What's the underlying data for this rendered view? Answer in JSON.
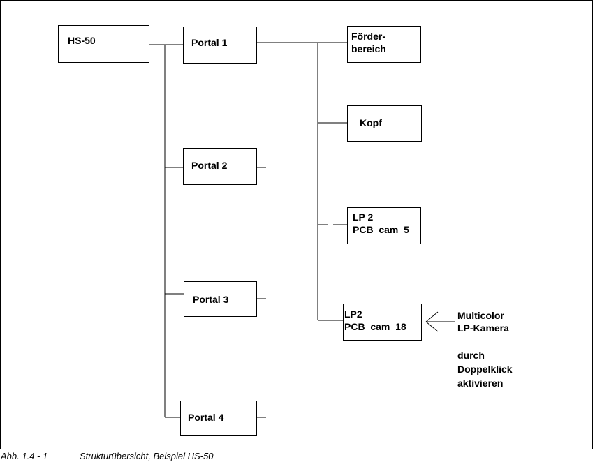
{
  "diagram": {
    "nodes": {
      "hs50": "HS-50",
      "portal1": "Portal 1",
      "portal2": "Portal 2",
      "portal3": "Portal 3",
      "portal4": "Portal 4",
      "foerderbereich": "Förder-\nbereich",
      "kopf": "Kopf",
      "lp2_cam5": "LP 2\nPCB_cam_5",
      "lp2_cam18": "LP2\nPCB_cam_18"
    },
    "annotation": {
      "line1": "Multicolor",
      "line2": "LP-Kamera",
      "line3": "durch",
      "line4": "Doppelklick",
      "line5": "aktivieren"
    }
  },
  "caption": {
    "label": "Abb. 1.4 - 1",
    "text": "Strukturübersicht, Beispiel HS-50"
  }
}
